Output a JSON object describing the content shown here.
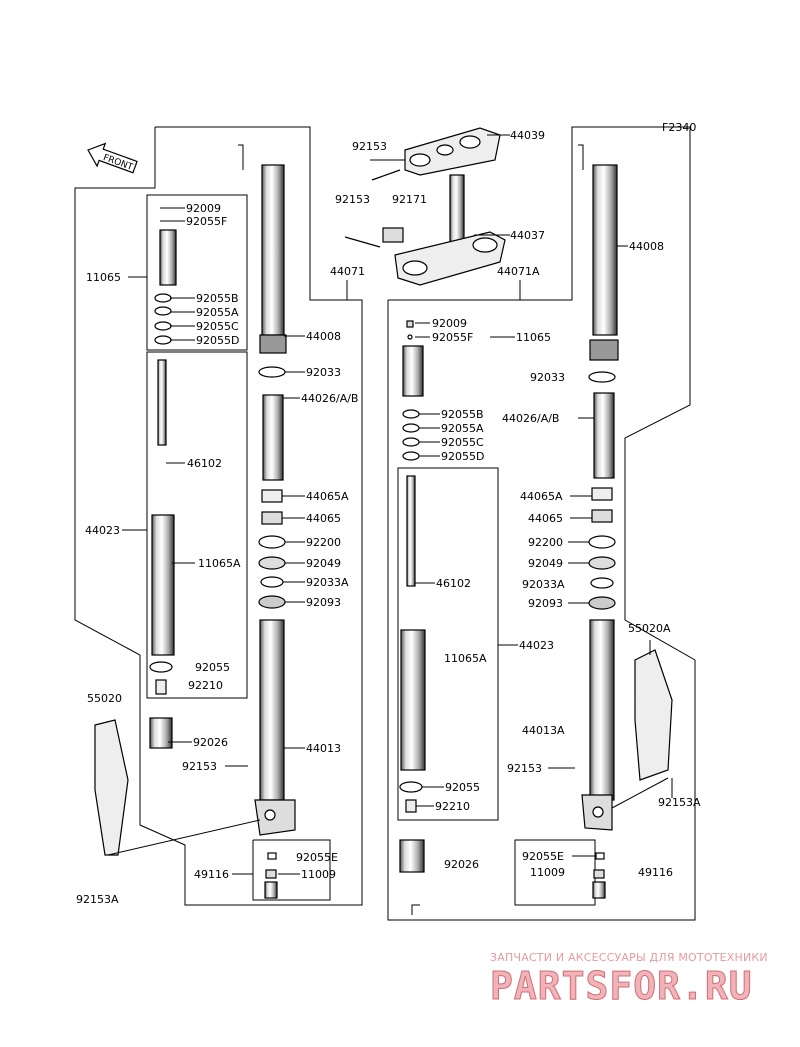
{
  "figure_code": "F2340",
  "front_label": "FRONT",
  "watermark": {
    "line1": "ЗАПЧАСТИ И АКСЕССУАРЫ ДЛЯ МОТОТЕХНИКИ",
    "line2": "PARTSFOR.RU"
  },
  "parts": {
    "p44039": "44039",
    "p92153_top": "92153",
    "p92153_mid": "92153",
    "p92171": "92171",
    "p44037": "44037",
    "p44071": "44071",
    "p44071A": "44071A",
    "l92009": "92009",
    "l92055F": "92055F",
    "l11065": "11065",
    "l92055B": "92055B",
    "l92055A": "92055A",
    "l92055C": "92055C",
    "l92055D": "92055D",
    "l46102": "46102",
    "l44023": "44023",
    "l11065A": "11065A",
    "l92055": "92055",
    "l92210": "92210",
    "l55020": "55020",
    "l92026": "92026",
    "l92153": "92153",
    "l92153A": "92153A",
    "l49116": "49116",
    "c44008": "44008",
    "c92033": "92033",
    "c44026": "44026/A/B",
    "c44065A": "44065A",
    "c44065": "44065",
    "c92200": "92200",
    "c92049": "92049",
    "c92033A": "92033A",
    "c92093": "92093",
    "c44013": "44013",
    "c92055E": "92055E",
    "c11009": "11009",
    "m92009": "92009",
    "m92055F": "92055F",
    "m11065": "11065",
    "m92055B": "92055B",
    "m92055A": "92055A",
    "m92055C": "92055C",
    "m92055D": "92055D",
    "m46102": "46102",
    "m11065A": "11065A",
    "m44023": "44023",
    "m92055": "92055",
    "m92210": "92210",
    "m92026": "92026",
    "r44008": "44008",
    "r92033": "92033",
    "r44026": "44026/A/B",
    "r44065A": "44065A",
    "r44065": "44065",
    "r92200": "92200",
    "r92049": "92049",
    "r92033A": "92033A",
    "r92093": "92093",
    "r55020A": "55020A",
    "r44013A": "44013A",
    "r92153": "92153",
    "r92153A": "92153A",
    "r92055E": "92055E",
    "r11009": "11009",
    "r49116": "49116"
  }
}
